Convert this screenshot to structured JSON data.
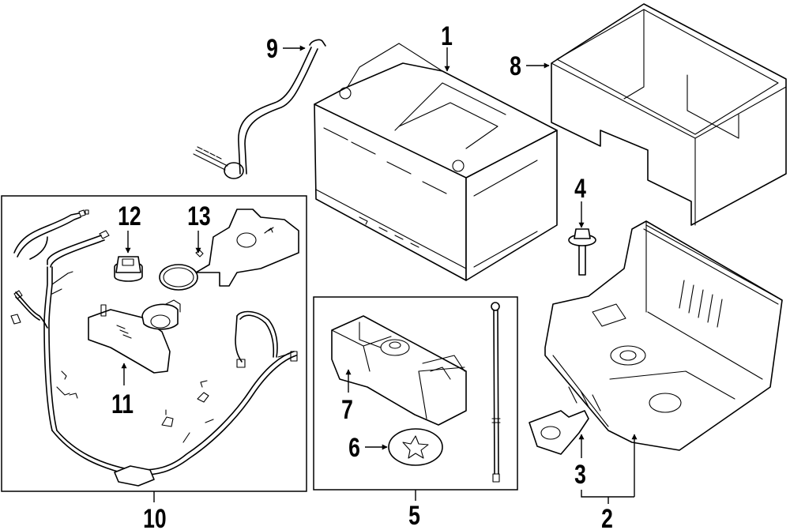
{
  "diagram": {
    "title": "Battery assembly exploded parts view",
    "callouts": [
      {
        "id": "1",
        "label": "1",
        "part": "battery"
      },
      {
        "id": "2",
        "label": "2",
        "part": "battery-tray"
      },
      {
        "id": "3",
        "label": "3",
        "part": "tray-bracket"
      },
      {
        "id": "4",
        "label": "4",
        "part": "bolt"
      },
      {
        "id": "5",
        "label": "5",
        "part": "hold-down-kit"
      },
      {
        "id": "6",
        "label": "6",
        "part": "retainer-clip"
      },
      {
        "id": "7",
        "label": "7",
        "part": "hold-down-clamp"
      },
      {
        "id": "8",
        "label": "8",
        "part": "battery-insulator"
      },
      {
        "id": "9",
        "label": "9",
        "part": "vent-tube"
      },
      {
        "id": "10",
        "label": "10",
        "part": "cable-harness-kit"
      },
      {
        "id": "11",
        "label": "11",
        "part": "terminal-sensor"
      },
      {
        "id": "12",
        "label": "12",
        "part": "nut"
      },
      {
        "id": "13",
        "label": "13",
        "part": "terminal-cover"
      }
    ]
  }
}
